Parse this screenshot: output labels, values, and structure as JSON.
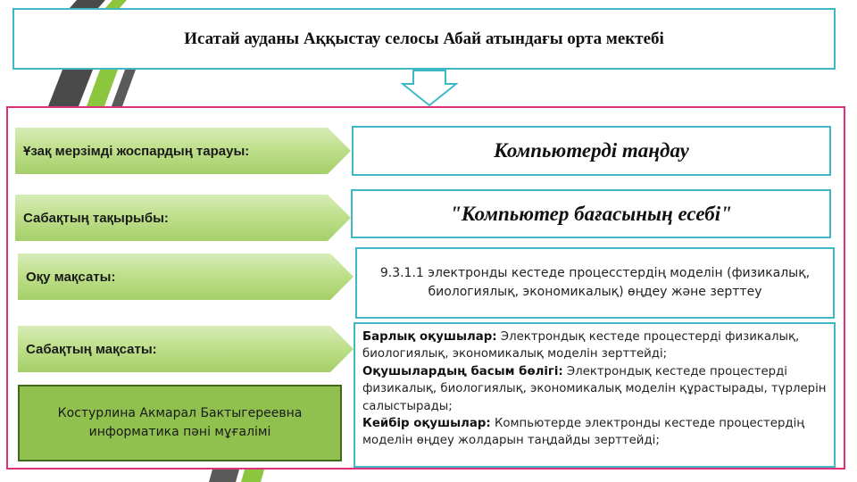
{
  "header": {
    "title": "Исатай ауданы Аққыстау селосы Абай атындағы орта мектебі"
  },
  "rows": [
    {
      "label": "Ұзақ мерзімді жоспардың тарауы:",
      "value": "Компьютерді таңдау"
    },
    {
      "label": "Сабақтың тақырыбы:",
      "value": "\"Компьютер бағасының есебі\""
    },
    {
      "label": "Оқу мақсаты:",
      "value": "9.3.1.1 электронды кестеде процесстердің моделін (физикалық, биологиялық, экономикалық) өңдеу және зерттеу"
    },
    {
      "label": "Сабақтың мақсаты:"
    }
  ],
  "goals": [
    {
      "lead": "Барлық оқушылар:",
      "text": " Электрондық кестеде процестерді физикалық, биологиялық, экономикалық моделін зерттейді;"
    },
    {
      "lead": "Оқушылардың басым бөлігі:",
      "text": " Электрондық кестеде процестерді физикалық, биологиялық, экономикалық моделін құрастырады, түрлерін салыстырады;"
    },
    {
      "lead": "Кейбір оқушылар:",
      "text": " Компьютерде электронды кестеде процестердің моделін өңдеу жолдарын таңдайды зерттейді;"
    }
  ],
  "teacher": {
    "name": "Костурлина Акмарал Бактыгереевна",
    "role": "информатика пәні мұғалімі"
  },
  "colors": {
    "accent_blue": "#3fb8c6",
    "frame_magenta": "#e0307a",
    "green": "#90c04d",
    "stripe_dark": "#4a4a4a",
    "stripe_green": "#8cc63f"
  }
}
